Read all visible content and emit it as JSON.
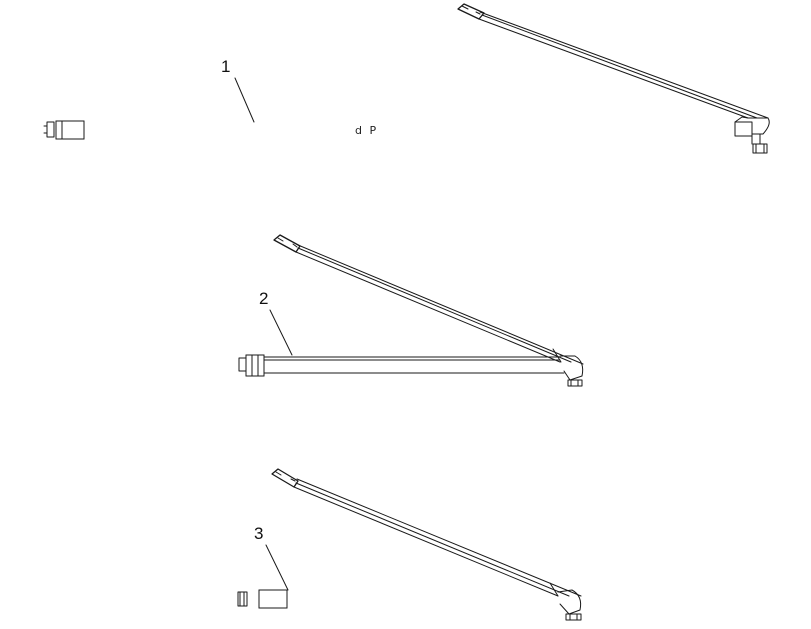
{
  "diagram": {
    "callouts": [
      {
        "id": "1",
        "label": "1"
      },
      {
        "id": "2",
        "label": "2"
      },
      {
        "id": "3",
        "label": "3"
      }
    ],
    "stray_text": "d P",
    "parts": [
      {
        "name": "item-1-arm",
        "callout": "1"
      },
      {
        "name": "item-2-arm",
        "callout": "2"
      },
      {
        "name": "item-3-arm",
        "callout": "3"
      }
    ],
    "colors": {
      "line": "#1a1a1a",
      "background": "#ffffff"
    }
  }
}
